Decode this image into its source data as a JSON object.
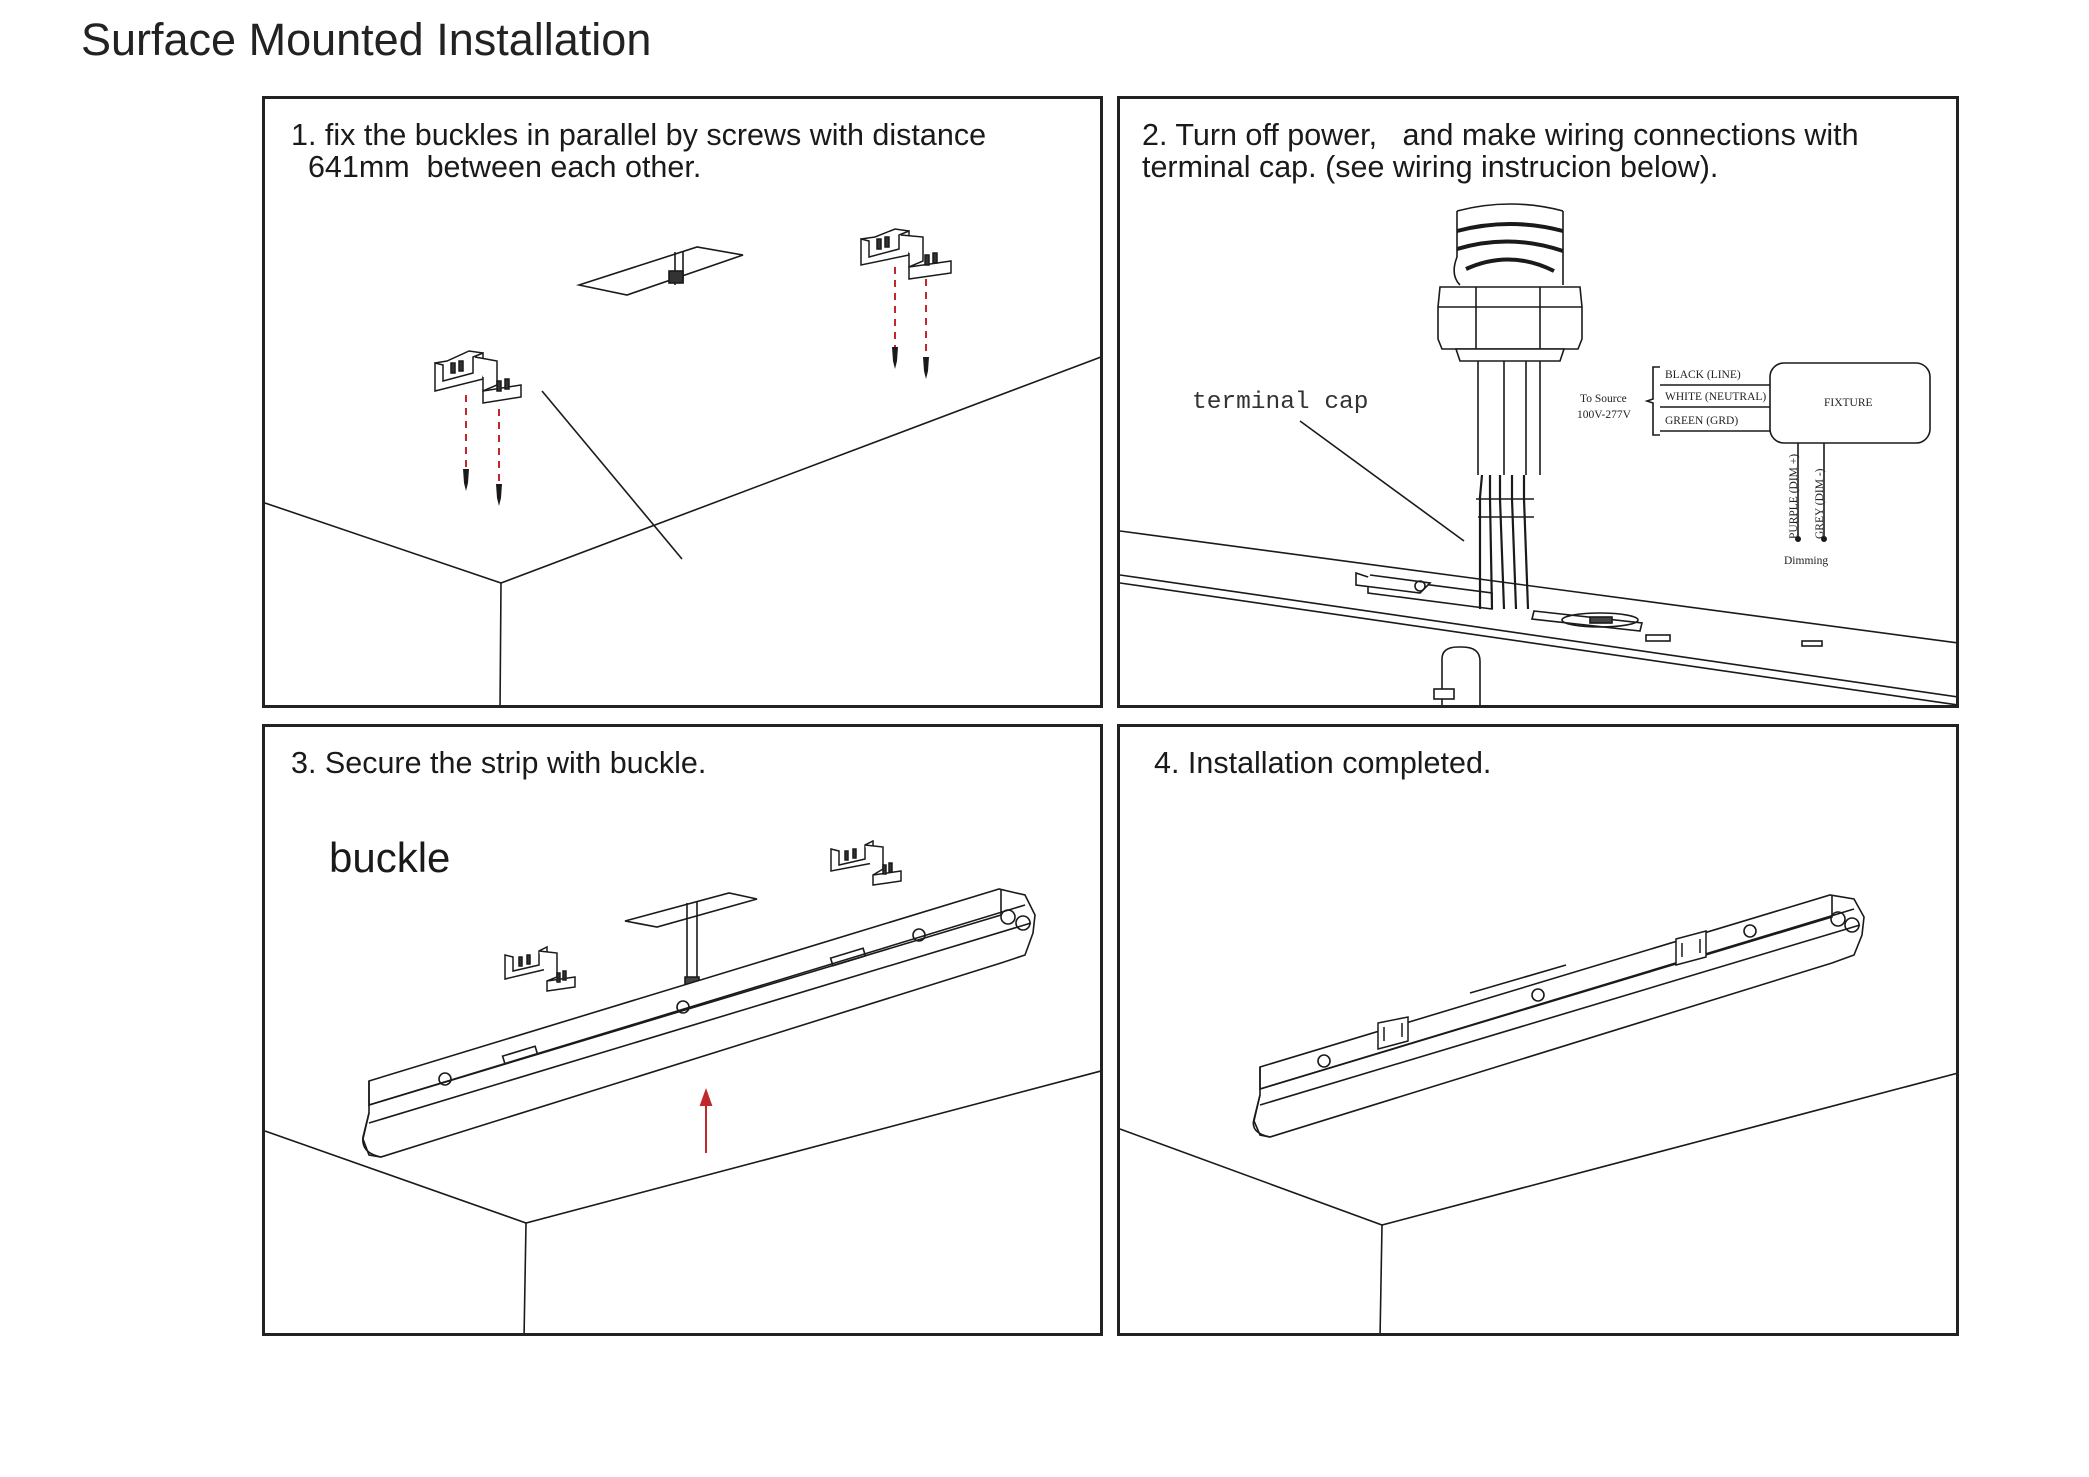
{
  "page": {
    "title": "Surface Mounted Installation"
  },
  "steps": [
    {
      "number": 1,
      "line1": "1. fix the buckles in parallel by screws with distance",
      "line2": "  641mm  between each other."
    },
    {
      "number": 2,
      "line1": "2. Turn off power,   and make wiring connections with",
      "line2": "terminal cap. (see wiring instrucion below)."
    },
    {
      "number": 3,
      "text": "3. Secure the strip with buckle.",
      "callout": "buckle"
    },
    {
      "number": 4,
      "text": "4. Installation completed."
    }
  ],
  "wiring": {
    "callout": "terminal cap",
    "source_label": "To Source",
    "source_voltage": "100V-277V",
    "fixture": "FIXTURE",
    "wires": [
      "BLACK (LINE)",
      "WHITE (NEUTRAL)",
      "GREEN (GRD)"
    ],
    "dim_wires": [
      "PURPLE (DIM +)",
      "GREY (DIM -)"
    ],
    "dimming": "Dimming",
    "colors": {
      "ink": "#1a1a1a",
      "dashed_guide": "#c0282c",
      "arrow": "#c0282c"
    }
  }
}
